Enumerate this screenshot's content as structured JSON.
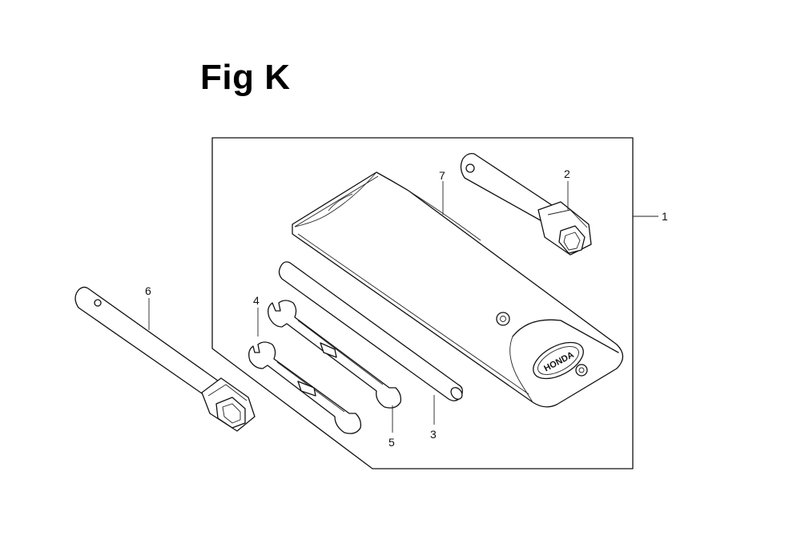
{
  "figure": {
    "title": "Fig K"
  },
  "callouts": {
    "c1": "1",
    "c2": "2",
    "c3": "3",
    "c4": "4",
    "c5": "5",
    "c6": "6",
    "c7": "7"
  },
  "logo_text": "HONDA"
}
